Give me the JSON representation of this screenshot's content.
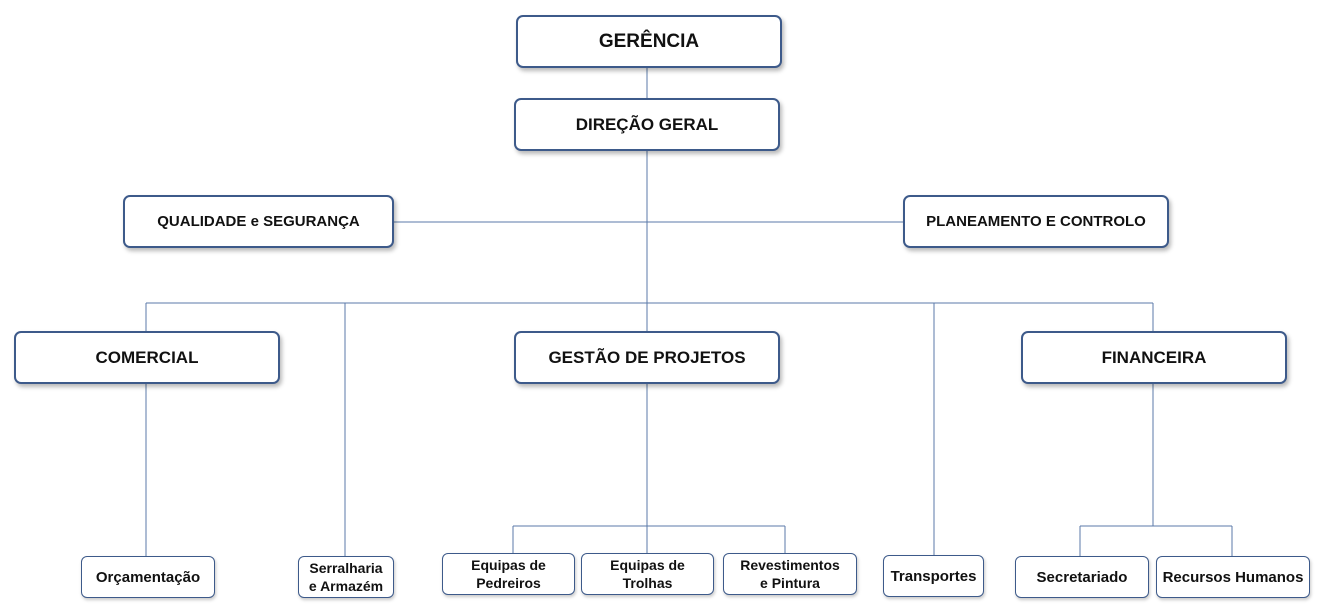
{
  "org": {
    "gerencia": "GERÊNCIA",
    "direcao_geral": "DIREÇÃO GERAL",
    "qualidade": "QUALIDADE e SEGURANÇA",
    "planeamento": "PLANEAMENTO E CONTROLO",
    "comercial": "COMERCIAL",
    "gestao_projetos": "GESTÃO DE PROJETOS",
    "financeira": "FINANCEIRA",
    "orcamentacao": "Orçamentação",
    "serralharia_l1": "Serralharia",
    "serralharia_l2": "e Armazém",
    "pedreiros_l1": "Equipas de",
    "pedreiros_l2": "Pedreiros",
    "trolhas_l1": "Equipas de",
    "trolhas_l2": "Trolhas",
    "revestimentos_l1": "Revestimentos",
    "revestimentos_l2": "e Pintura",
    "transportes": "Transportes",
    "secretariado": "Secretariado",
    "recursos_humanos": "Recursos Humanos"
  },
  "colors": {
    "box_border": "#3d5a8a",
    "connector": "#5b7aa8",
    "text": "#111111"
  }
}
